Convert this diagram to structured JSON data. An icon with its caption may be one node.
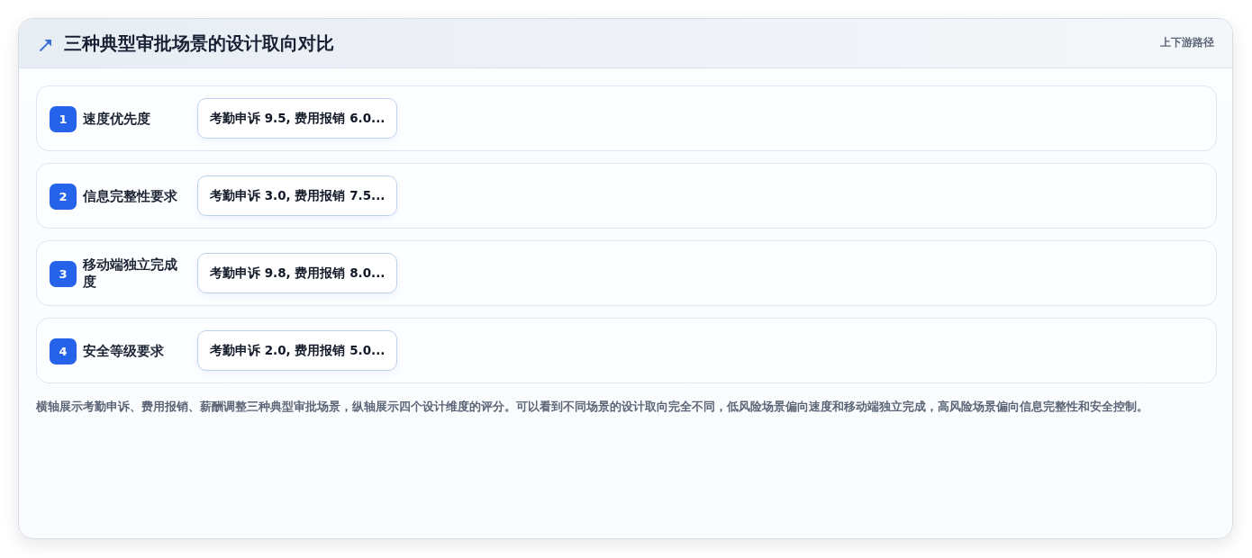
{
  "diagram": {
    "title": "三种典型审批场景的设计取向对比",
    "nodes": [
      {
        "text": [
          "速度优先度"
        ]
      },
      {
        "text": [
          "1"
        ],
        "in": 0
      },
      {
        "text": [
          "考勤申诉 9.5, 费用报销 6.0..."
        ],
        "in": 0
      },
      {
        "text": [
          "信息完整性要求"
        ]
      },
      {
        "text": [
          "2"
        ],
        "in": 3
      },
      {
        "text": [
          "考勤申诉 3.0, 费用报销 7.5..."
        ],
        "in": 3
      },
      {
        "text": [
          "移动端独立完成度"
        ]
      },
      {
        "text": [
          "3"
        ],
        "in": 6
      },
      {
        "text": [
          "考勤申诉 9.8, 费用报销 8.0..."
        ],
        "in": 6
      },
      {
        "text": [
          "安全等级要求"
        ]
      },
      {
        "text": [
          "4"
        ],
        "in": 9
      },
      {
        "text": [
          "考勤申诉 2.0, 费用报销 5.0..."
        ],
        "in": 9
      }
    ],
    "labels": [
      "上下游路径"
    ],
    "caption": "横轴展示考勤申诉、费用报销、薪酬调整三种典型审批场景，纵轴展示四个设计维度的评分。可以看到不同场景的设计取向完全不同，低风险场景偏向速度和移动端独立完成，高风险场景偏向信息完整性和安全控制。"
  }
}
